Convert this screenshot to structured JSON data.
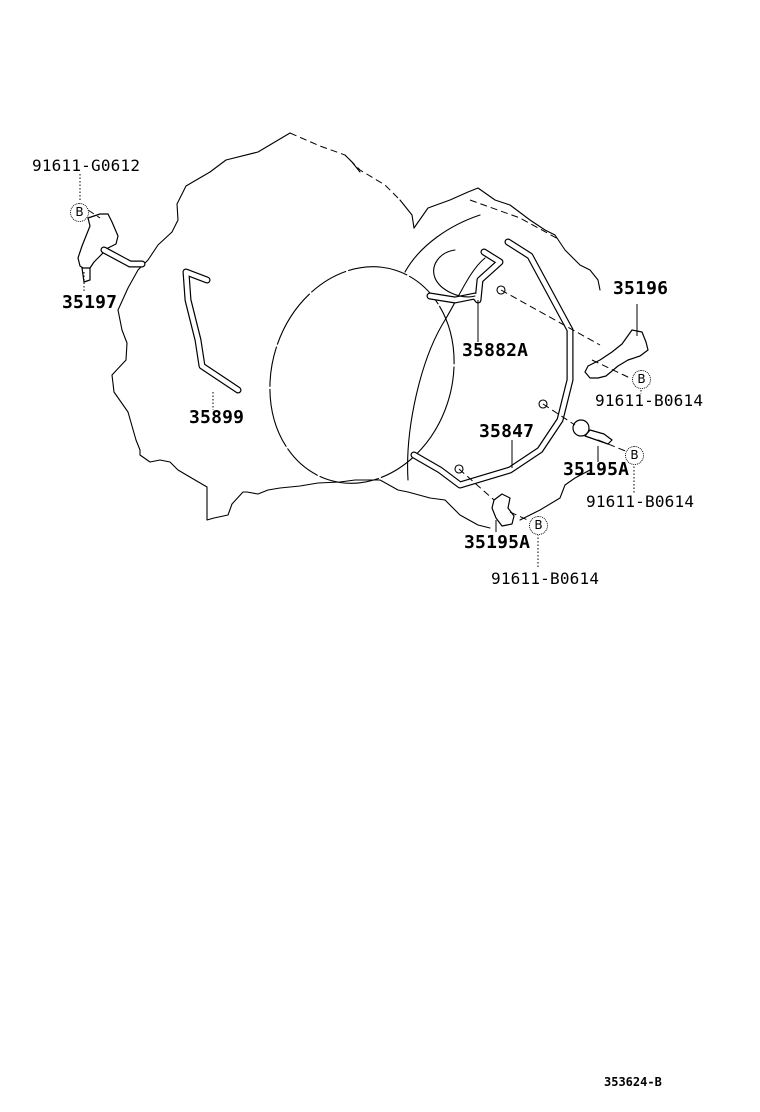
{
  "diagram": {
    "type": "parts-exploded-view",
    "reference_code": "353624-B",
    "bolt_badge_symbol": "B",
    "labels": {
      "bolt_top_left": "91611-G0612",
      "bracket_left": "35197",
      "tube_left": "35899",
      "tube_upper": "35882A",
      "bracket_right": "35196",
      "bolt_right_upper": "91611-B0614",
      "tube_lower": "35847",
      "clamp_right": "35195A",
      "bolt_right_lower": "91611-B0614",
      "clamp_lower": "35195A",
      "bolt_bottom": "91611-B0614"
    },
    "parts": [
      {
        "part_no": "91611-G0612",
        "description": "bolt (B)"
      },
      {
        "part_no": "35197",
        "description": "bracket"
      },
      {
        "part_no": "35899",
        "description": "tube"
      },
      {
        "part_no": "35882A",
        "description": "tube"
      },
      {
        "part_no": "35196",
        "description": "bracket"
      },
      {
        "part_no": "91611-B0614",
        "description": "bolt (B)"
      },
      {
        "part_no": "35847",
        "description": "tube"
      },
      {
        "part_no": "35195A",
        "description": "clamp"
      }
    ]
  }
}
